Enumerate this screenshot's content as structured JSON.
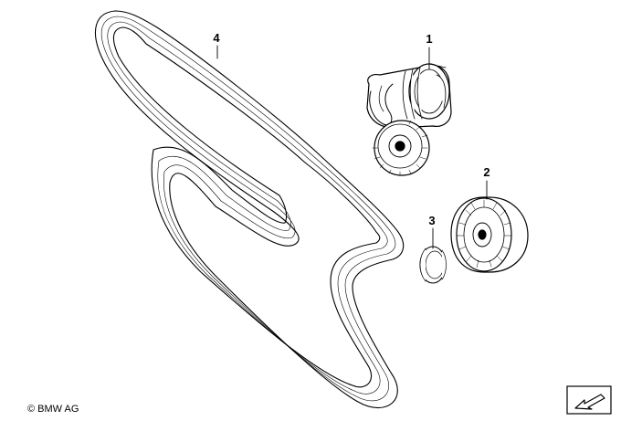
{
  "callouts": [
    {
      "id": "1",
      "label": "1"
    },
    {
      "id": "2",
      "label": "2"
    },
    {
      "id": "3",
      "label": "3"
    },
    {
      "id": "4",
      "label": "4"
    }
  ],
  "copyright": "© BMW AG",
  "icons": {
    "nav": "arrow-navigation-icon"
  },
  "colors": {
    "line": "#000000",
    "background": "#ffffff"
  }
}
